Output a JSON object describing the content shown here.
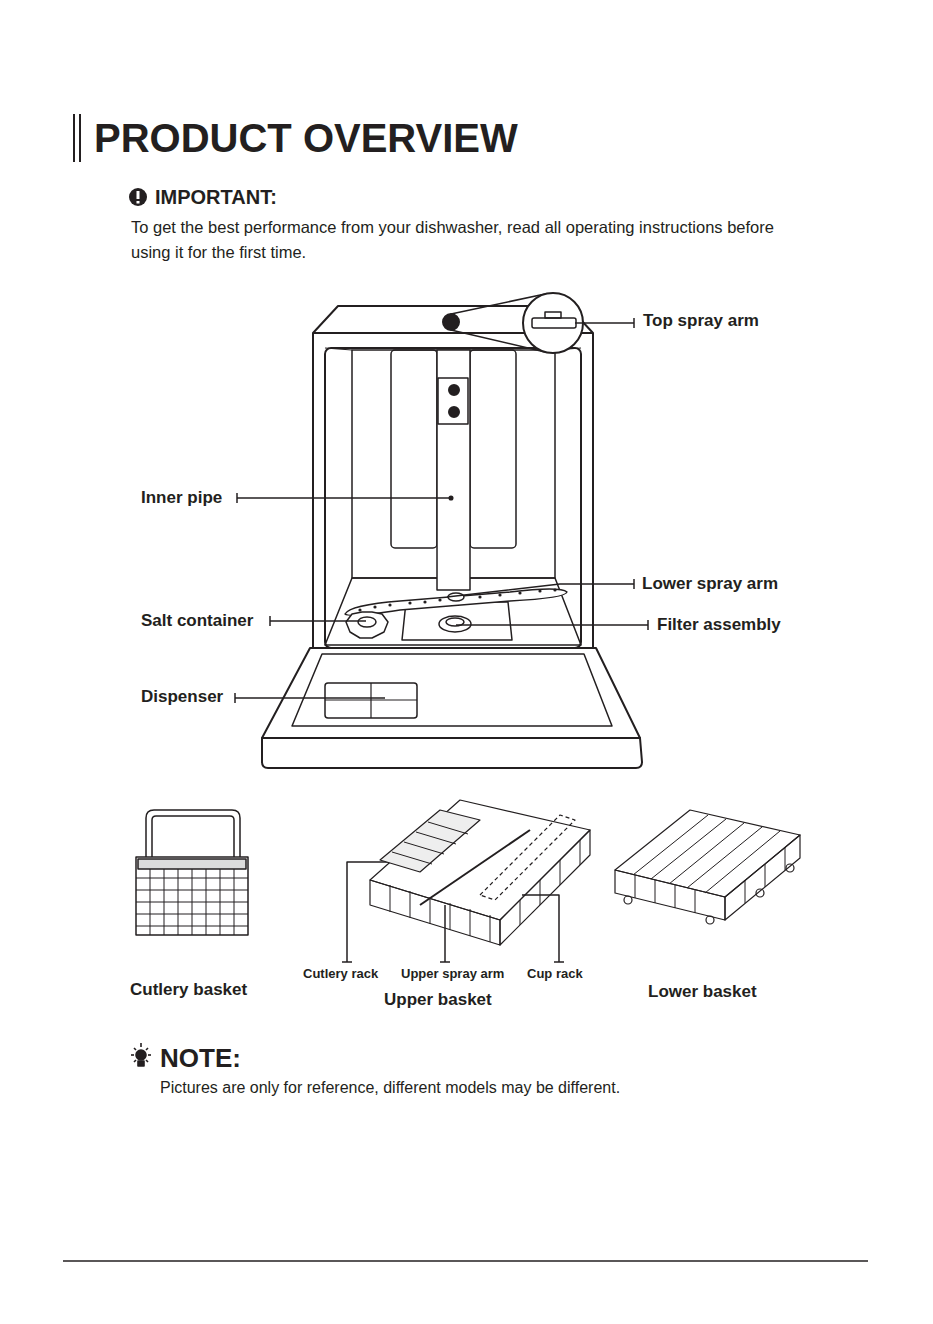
{
  "diagram": {
    "title": "PRODUCT OVERVIEW",
    "labels": [
      "IMPORTANT:",
      "To get the best performance from your dishwasher, read all operating instructions before using it for the first time.",
      "Top spray arm",
      "Inner pipe",
      "Lower spray arm",
      "Salt container",
      "Filter assembly",
      "Dispenser",
      "Cutlery basket",
      "Cutlery rack",
      "Upper spray arm",
      "Cup rack",
      "Upper basket",
      "Lower basket",
      "NOTE:",
      "Pictures are only for reference, different models may be different."
    ]
  }
}
